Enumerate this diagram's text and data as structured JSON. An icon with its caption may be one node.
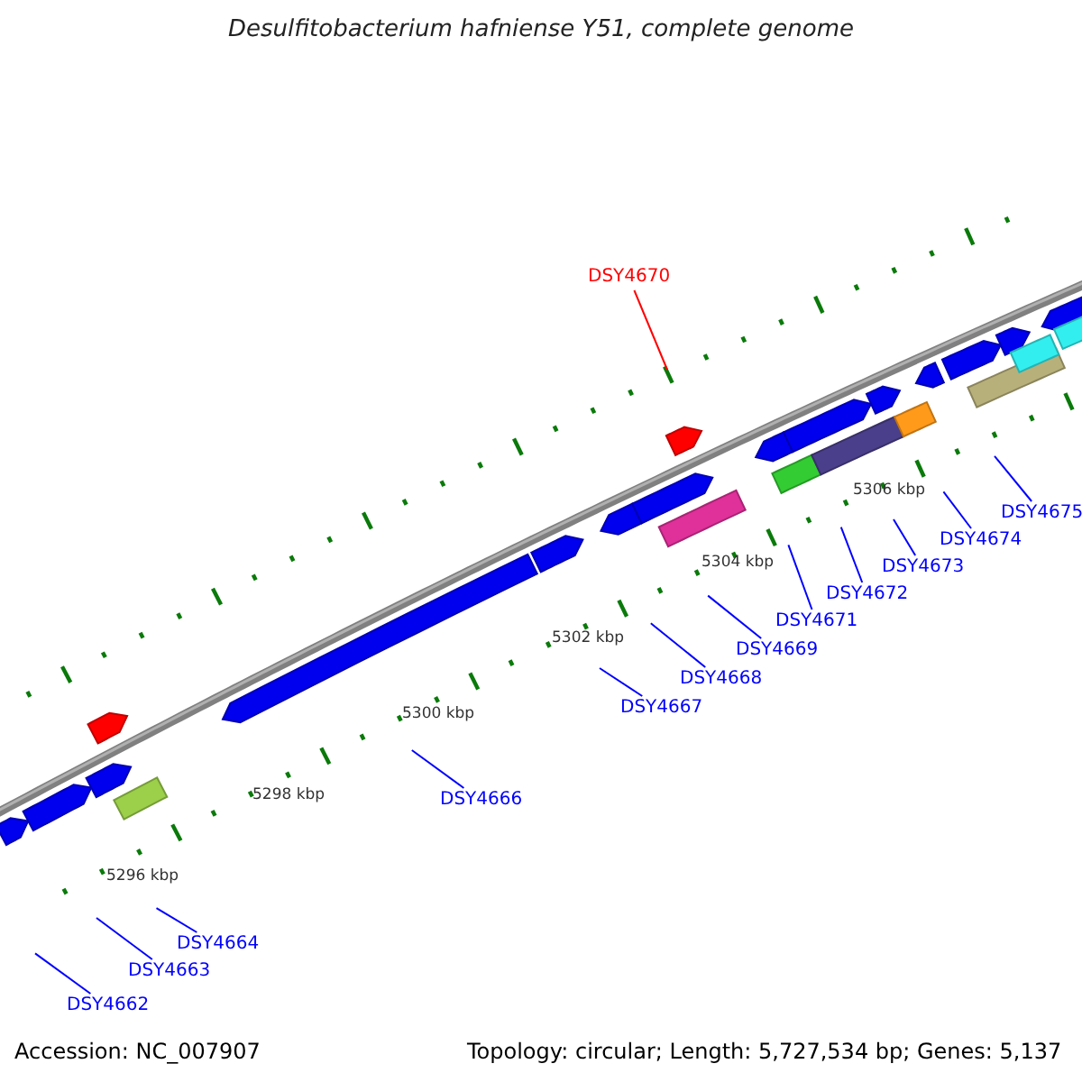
{
  "diagram": {
    "title": "Desulfitobacterium hafniense Y51, complete genome",
    "nodes": [
      {
        "text": [
          "DSY4670"
        ]
      },
      {
        "text": [
          "DSY4675"
        ]
      },
      {
        "text": [
          "DSY4674"
        ]
      },
      {
        "text": [
          "DSY4673"
        ]
      },
      {
        "text": [
          "DSY4672"
        ]
      },
      {
        "text": [
          "DSY4671"
        ]
      },
      {
        "text": [
          "DSY4669"
        ]
      },
      {
        "text": [
          "DSY4668"
        ]
      },
      {
        "text": [
          "DSY4667"
        ]
      },
      {
        "text": [
          "DSY4666"
        ]
      },
      {
        "text": [
          "DSY4664"
        ]
      },
      {
        "text": [
          "DSY4663"
        ]
      },
      {
        "text": [
          "DSY4662"
        ]
      }
    ],
    "edges": [
      {
        "from": 0,
        "to": null,
        "arrow": "none",
        "color": "#ff0000"
      },
      {
        "from": 1,
        "to": null,
        "arrow": "none"
      },
      {
        "from": 2,
        "to": null,
        "arrow": "none"
      },
      {
        "from": 3,
        "to": null,
        "arrow": "none"
      },
      {
        "from": 4,
        "to": null,
        "arrow": "none"
      },
      {
        "from": 5,
        "to": null,
        "arrow": "none"
      },
      {
        "from": 6,
        "to": null,
        "arrow": "none"
      },
      {
        "from": 7,
        "to": null,
        "arrow": "none"
      },
      {
        "from": 8,
        "to": null,
        "arrow": "none"
      },
      {
        "from": 9,
        "to": null,
        "arrow": "none"
      },
      {
        "from": 10,
        "to": null,
        "arrow": "none"
      },
      {
        "from": 11,
        "to": null,
        "arrow": "none"
      },
      {
        "from": 12,
        "to": null,
        "arrow": "none"
      }
    ],
    "labels": [
      "5306 kbp",
      "5304 kbp",
      "5302 kbp",
      "5300 kbp",
      "5298 kbp",
      "5296 kbp",
      "Accession: NC_007907",
      "Topology: circular; Length: 5,727,534 bp; Genes: 5,137"
    ]
  }
}
